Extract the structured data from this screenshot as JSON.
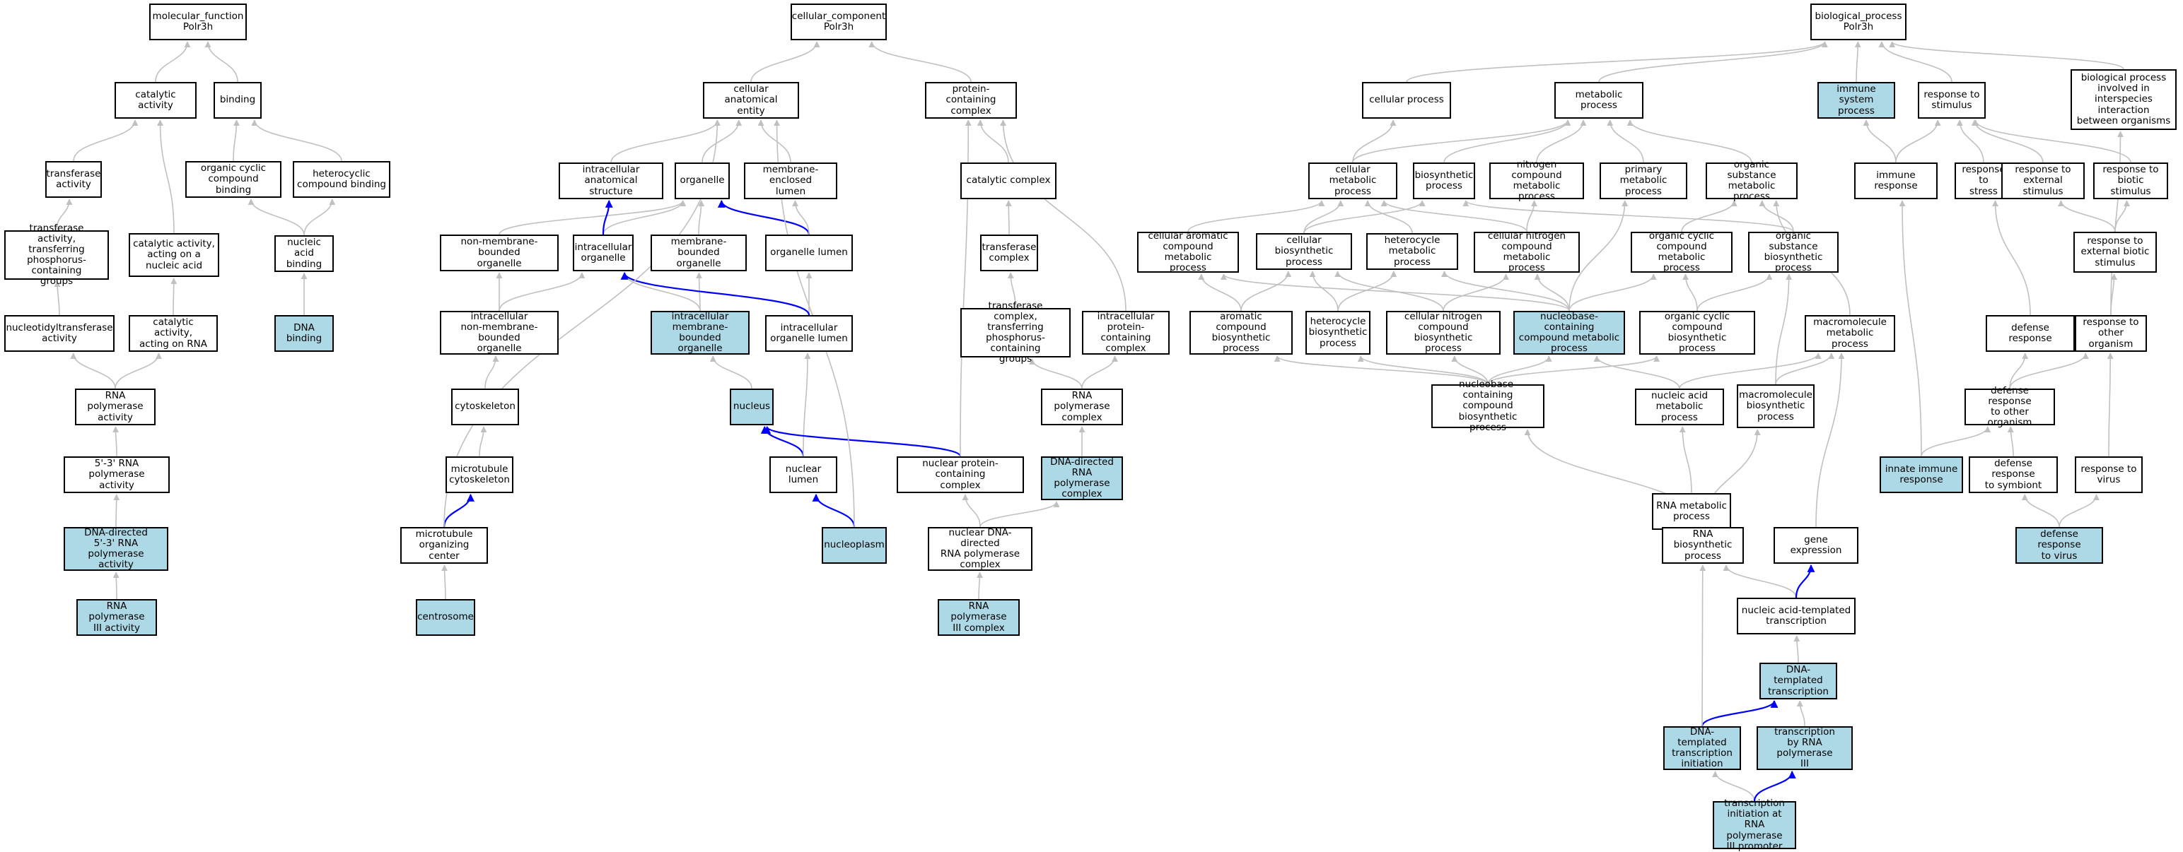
{
  "colors": {
    "highlight": "#add8e6",
    "edge_gray": "#c0c0c0",
    "edge_blue": "#0000ff",
    "border": "#000000"
  },
  "nodes": [
    {
      "id": "mf",
      "label": "molecular_function\nPolr3h"
    },
    {
      "id": "catalytic_activity",
      "label": "catalytic activity"
    },
    {
      "id": "binding",
      "label": "binding"
    },
    {
      "id": "transferase_activity",
      "label": "transferase\nactivity"
    },
    {
      "id": "organic_cyclic_binding",
      "label": "organic cyclic\ncompound binding"
    },
    {
      "id": "heterocyclic_binding",
      "label": "heterocyclic\ncompound binding"
    },
    {
      "id": "transferase_phos",
      "label": "transferase\nactivity, transferring\nphosphorus-containing\ngroups"
    },
    {
      "id": "catalytic_nucleic",
      "label": "catalytic activity,\nacting on a\nnucleic acid"
    },
    {
      "id": "nucleic_acid_binding",
      "label": "nucleic acid\nbinding"
    },
    {
      "id": "nucleotidyltransferase",
      "label": "nucleotidyltransferase\nactivity"
    },
    {
      "id": "catalytic_rna",
      "label": "catalytic activity,\nacting on RNA"
    },
    {
      "id": "dna_binding",
      "label": "DNA binding",
      "highlight": true
    },
    {
      "id": "rna_pol_activity",
      "label": "RNA polymerase\nactivity"
    },
    {
      "id": "rna_pol_53",
      "label": "5'-3' RNA polymerase\nactivity"
    },
    {
      "id": "dna_directed_53",
      "label": "DNA-directed\n5'-3' RNA polymerase\nactivity",
      "highlight": true
    },
    {
      "id": "rna_pol_iii_activity",
      "label": "RNA polymerase\nIII activity",
      "highlight": true
    },
    {
      "id": "cc",
      "label": "cellular_component\nPolr3h"
    },
    {
      "id": "cellular_anatomical",
      "label": "cellular anatomical\nentity"
    },
    {
      "id": "protein_containing",
      "label": "protein-containing\ncomplex"
    },
    {
      "id": "intracellular_anat",
      "label": "intracellular\nanatomical structure"
    },
    {
      "id": "organelle",
      "label": "organelle"
    },
    {
      "id": "membrane_enclosed",
      "label": "membrane-enclosed\nlumen"
    },
    {
      "id": "catalytic_complex",
      "label": "catalytic complex"
    },
    {
      "id": "non_membrane_organelle",
      "label": "non-membrane-bounded\norganelle"
    },
    {
      "id": "intracellular_organelle",
      "label": "intracellular\norganelle"
    },
    {
      "id": "membrane_bounded",
      "label": "membrane-bounded\norganelle"
    },
    {
      "id": "organelle_lumen",
      "label": "organelle lumen"
    },
    {
      "id": "transferase_complex",
      "label": "transferase\ncomplex"
    },
    {
      "id": "intra_non_membrane",
      "label": "intracellular\nnon-membrane-bounded\norganelle"
    },
    {
      "id": "intra_membrane_bounded",
      "label": "intracellular\nmembrane-bounded\norganelle",
      "highlight": true
    },
    {
      "id": "intra_organelle_lumen",
      "label": "intracellular\norganelle lumen"
    },
    {
      "id": "transferase_complex_phos",
      "label": "transferase\ncomplex, transferring\nphosphorus-containing\ngroups"
    },
    {
      "id": "intra_protein_complex",
      "label": "intracellular\nprotein-containing\ncomplex"
    },
    {
      "id": "cytoskeleton",
      "label": "cytoskeleton"
    },
    {
      "id": "nucleus",
      "label": "nucleus",
      "highlight": true
    },
    {
      "id": "rna_pol_complex",
      "label": "RNA polymerase\ncomplex"
    },
    {
      "id": "microtubule_cytoskeleton",
      "label": "microtubule\ncytoskeleton"
    },
    {
      "id": "nuclear_lumen",
      "label": "nuclear lumen"
    },
    {
      "id": "nuclear_protein_complex",
      "label": "nuclear protein-containing\ncomplex"
    },
    {
      "id": "dna_directed_complex",
      "label": "DNA-directed\nRNA polymerase\ncomplex",
      "highlight": true
    },
    {
      "id": "mtoc",
      "label": "microtubule\norganizing center"
    },
    {
      "id": "nucleoplasm",
      "label": "nucleoplasm",
      "highlight": true
    },
    {
      "id": "nuclear_dna_directed",
      "label": "nuclear DNA-directed\nRNA polymerase\ncomplex"
    },
    {
      "id": "centrosome",
      "label": "centrosome",
      "highlight": true
    },
    {
      "id": "rna_pol_iii_complex",
      "label": "RNA polymerase\nIII complex",
      "highlight": true
    },
    {
      "id": "bp",
      "label": "biological_process\nPolr3h"
    },
    {
      "id": "cellular_process",
      "label": "cellular process"
    },
    {
      "id": "metabolic_process",
      "label": "metabolic process"
    },
    {
      "id": "immune_system",
      "label": "immune system\nprocess",
      "highlight": true
    },
    {
      "id": "response_stimulus",
      "label": "response to\nstimulus"
    },
    {
      "id": "interspecies",
      "label": "biological process\ninvolved in\ninterspecies\ninteraction\nbetween organisms"
    },
    {
      "id": "cellular_metabolic",
      "label": "cellular metabolic\nprocess"
    },
    {
      "id": "biosynthetic",
      "label": "biosynthetic\nprocess"
    },
    {
      "id": "nitrogen_metabolic",
      "label": "nitrogen compound\nmetabolic process"
    },
    {
      "id": "primary_metabolic",
      "label": "primary metabolic\nprocess"
    },
    {
      "id": "organic_substance_metabolic",
      "label": "organic substance\nmetabolic process"
    },
    {
      "id": "immune_response",
      "label": "immune response"
    },
    {
      "id": "response_stress",
      "label": "response to\nstress"
    },
    {
      "id": "response_external",
      "label": "response to\nexternal stimulus"
    },
    {
      "id": "response_biotic",
      "label": "response to\nbiotic stimulus"
    },
    {
      "id": "cellular_aromatic",
      "label": "cellular aromatic\ncompound metabolic\nprocess"
    },
    {
      "id": "cellular_biosynthetic",
      "label": "cellular biosynthetic\nprocess"
    },
    {
      "id": "heterocycle_metabolic",
      "label": "heterocycle\nmetabolic process"
    },
    {
      "id": "cellular_nitrogen_metabolic",
      "label": "cellular nitrogen\ncompound metabolic\nprocess"
    },
    {
      "id": "organic_cyclic_metabolic",
      "label": "organic cyclic\ncompound metabolic\nprocess"
    },
    {
      "id": "organic_substance_biosynthetic",
      "label": "organic substance\nbiosynthetic\nprocess"
    },
    {
      "id": "response_external_biotic",
      "label": "response to\nexternal biotic\nstimulus"
    },
    {
      "id": "aromatic_biosynthetic",
      "label": "aromatic compound\nbiosynthetic\nprocess"
    },
    {
      "id": "heterocycle_biosynthetic",
      "label": "heterocycle\nbiosynthetic\nprocess"
    },
    {
      "id": "cellular_nitrogen_biosynthetic",
      "label": "cellular nitrogen\ncompound biosynthetic\nprocess"
    },
    {
      "id": "nucleobase_metabolic",
      "label": "nucleobase-containing\ncompound metabolic\nprocess",
      "highlight": true
    },
    {
      "id": "organic_cyclic_biosynthetic",
      "label": "organic cyclic\ncompound biosynthetic\nprocess"
    },
    {
      "id": "macromolecule_metabolic",
      "label": "macromolecule\nmetabolic process"
    },
    {
      "id": "defense_response",
      "label": "defense response"
    },
    {
      "id": "response_other_organism",
      "label": "response to\nother organism"
    },
    {
      "id": "nucleobase_biosynthetic",
      "label": "nucleobase-containing\ncompound biosynthetic\nprocess"
    },
    {
      "id": "nucleic_acid_metabolic",
      "label": "nucleic acid\nmetabolic process"
    },
    {
      "id": "macromolecule_biosynthetic",
      "label": "macromolecule\nbiosynthetic\nprocess"
    },
    {
      "id": "defense_other_organism",
      "label": "defense response\nto other organism"
    },
    {
      "id": "innate_immune",
      "label": "innate immune\nresponse",
      "highlight": true
    },
    {
      "id": "defense_symbiont",
      "label": "defense response\nto symbiont"
    },
    {
      "id": "response_virus",
      "label": "response to\nvirus"
    },
    {
      "id": "rna_metabolic",
      "label": "RNA metabolic\nprocess"
    },
    {
      "id": "rna_biosynthetic",
      "label": "RNA biosynthetic\nprocess"
    },
    {
      "id": "gene_expression",
      "label": "gene expression"
    },
    {
      "id": "defense_virus",
      "label": "defense response\nto virus",
      "highlight": true
    },
    {
      "id": "nucleic_templated",
      "label": "nucleic acid-templated\ntranscription"
    },
    {
      "id": "dna_templated_transcription",
      "label": "DNA-templated\ntranscription",
      "highlight": true
    },
    {
      "id": "dna_templated_initiation",
      "label": "DNA-templated\ntranscription\ninitiation",
      "highlight": true
    },
    {
      "id": "transcription_pol_iii",
      "label": "transcription\nby RNA polymerase\nIII",
      "highlight": true
    },
    {
      "id": "transcription_init_pol_iii",
      "label": "transcription\ninitiation at\nRNA polymerase\nIII promoter",
      "highlight": true
    }
  ],
  "edges": [
    [
      "catalytic_activity",
      "mf"
    ],
    [
      "binding",
      "mf"
    ],
    [
      "transferase_activity",
      "catalytic_activity"
    ],
    [
      "catalytic_nucleic",
      "catalytic_activity"
    ],
    [
      "organic_cyclic_binding",
      "binding"
    ],
    [
      "heterocyclic_binding",
      "binding"
    ],
    [
      "transferase_phos",
      "transferase_activity"
    ],
    [
      "nucleic_acid_binding",
      "organic_cyclic_binding"
    ],
    [
      "nucleic_acid_binding",
      "heterocyclic_binding"
    ],
    [
      "nucleotidyltransferase",
      "transferase_phos"
    ],
    [
      "catalytic_rna",
      "catalytic_nucleic"
    ],
    [
      "dna_binding",
      "nucleic_acid_binding"
    ],
    [
      "rna_pol_activity",
      "nucleotidyltransferase"
    ],
    [
      "rna_pol_activity",
      "catalytic_rna"
    ],
    [
      "rna_pol_53",
      "rna_pol_activity"
    ],
    [
      "dna_directed_53",
      "rna_pol_53"
    ],
    [
      "rna_pol_iii_activity",
      "dna_directed_53"
    ],
    [
      "cellular_anatomical",
      "cc"
    ],
    [
      "protein_containing",
      "cc"
    ],
    [
      "intracellular_anat",
      "cellular_anatomical"
    ],
    [
      "organelle",
      "cellular_anatomical"
    ],
    [
      "membrane_enclosed",
      "cellular_anatomical"
    ],
    [
      "catalytic_complex",
      "protein_containing"
    ],
    [
      "non_membrane_organelle",
      "organelle"
    ],
    [
      "intracellular_organelle",
      "organelle"
    ],
    [
      "membrane_bounded",
      "organelle"
    ],
    [
      "intracellular_organelle",
      "intracellular_anat",
      "blue"
    ],
    [
      "organelle_lumen",
      "organelle",
      "blue"
    ],
    [
      "organelle_lumen",
      "membrane_enclosed"
    ],
    [
      "transferase_complex",
      "catalytic_complex"
    ],
    [
      "intra_non_membrane",
      "non_membrane_organelle"
    ],
    [
      "intra_non_membrane",
      "intracellular_organelle"
    ],
    [
      "intra_membrane_bounded",
      "intracellular_organelle"
    ],
    [
      "intra_membrane_bounded",
      "membrane_bounded"
    ],
    [
      "intra_organelle_lumen",
      "organelle_lumen"
    ],
    [
      "intra_organelle_lumen",
      "intracellular_organelle",
      "blue"
    ],
    [
      "transferase_complex_phos",
      "transferase_complex"
    ],
    [
      "intra_protein_complex",
      "protein_containing"
    ],
    [
      "cytoskeleton",
      "intra_non_membrane"
    ],
    [
      "nucleus",
      "intra_membrane_bounded"
    ],
    [
      "rna_pol_complex",
      "transferase_complex_phos"
    ],
    [
      "rna_pol_complex",
      "intra_protein_complex"
    ],
    [
      "microtubule_cytoskeleton",
      "cytoskeleton"
    ],
    [
      "nuclear_lumen",
      "nucleus",
      "blue"
    ],
    [
      "nuclear_lumen",
      "intra_organelle_lumen"
    ],
    [
      "nuclear_protein_complex",
      "nucleus",
      "blue"
    ],
    [
      "nuclear_protein_complex",
      "protein_containing"
    ],
    [
      "dna_directed_complex",
      "rna_pol_complex"
    ],
    [
      "mtoc",
      "microtubule_cytoskeleton",
      "blue"
    ],
    [
      "mtoc",
      "cellular_anatomical"
    ],
    [
      "nucleoplasm",
      "nuclear_lumen",
      "blue"
    ],
    [
      "nucleoplasm",
      "cellular_anatomical"
    ],
    [
      "nuclear_dna_directed",
      "nuclear_protein_complex"
    ],
    [
      "nuclear_dna_directed",
      "dna_directed_complex"
    ],
    [
      "centrosome",
      "mtoc"
    ],
    [
      "rna_pol_iii_complex",
      "nuclear_dna_directed"
    ],
    [
      "cellular_process",
      "bp"
    ],
    [
      "metabolic_process",
      "bp"
    ],
    [
      "immune_system",
      "bp"
    ],
    [
      "response_stimulus",
      "bp"
    ],
    [
      "interspecies",
      "bp"
    ],
    [
      "cellular_metabolic",
      "cellular_process"
    ],
    [
      "cellular_metabolic",
      "metabolic_process"
    ],
    [
      "biosynthetic",
      "metabolic_process"
    ],
    [
      "nitrogen_metabolic",
      "metabolic_process"
    ],
    [
      "primary_metabolic",
      "metabolic_process"
    ],
    [
      "organic_substance_metabolic",
      "metabolic_process"
    ],
    [
      "immune_response",
      "immune_system"
    ],
    [
      "immune_response",
      "response_stimulus"
    ],
    [
      "response_stress",
      "response_stimulus"
    ],
    [
      "response_external",
      "response_stimulus"
    ],
    [
      "response_biotic",
      "response_stimulus"
    ],
    [
      "cellular_aromatic",
      "cellular_metabolic"
    ],
    [
      "cellular_biosynthetic",
      "cellular_metabolic"
    ],
    [
      "cellular_biosynthetic",
      "biosynthetic"
    ],
    [
      "heterocycle_metabolic",
      "cellular_metabolic"
    ],
    [
      "cellular_nitrogen_metabolic",
      "cellular_metabolic"
    ],
    [
      "cellular_nitrogen_metabolic",
      "nitrogen_metabolic"
    ],
    [
      "organic_cyclic_metabolic",
      "organic_substance_metabolic"
    ],
    [
      "organic_substance_biosynthetic",
      "organic_substance_metabolic"
    ],
    [
      "organic_substance_biosynthetic",
      "biosynthetic"
    ],
    [
      "response_external_biotic",
      "response_external"
    ],
    [
      "response_external_biotic",
      "response_biotic"
    ],
    [
      "aromatic_biosynthetic",
      "cellular_aromatic"
    ],
    [
      "aromatic_biosynthetic",
      "cellular_biosynthetic"
    ],
    [
      "heterocycle_biosynthetic",
      "heterocycle_metabolic"
    ],
    [
      "heterocycle_biosynthetic",
      "cellular_biosynthetic"
    ],
    [
      "cellular_nitrogen_biosynthetic",
      "cellular_nitrogen_metabolic"
    ],
    [
      "cellular_nitrogen_biosynthetic",
      "cellular_biosynthetic"
    ],
    [
      "nucleobase_metabolic",
      "cellular_aromatic"
    ],
    [
      "nucleobase_metabolic",
      "heterocycle_metabolic"
    ],
    [
      "nucleobase_metabolic",
      "cellular_nitrogen_metabolic"
    ],
    [
      "nucleobase_metabolic",
      "organic_cyclic_metabolic"
    ],
    [
      "nucleobase_metabolic",
      "primary_metabolic"
    ],
    [
      "organic_cyclic_biosynthetic",
      "organic_cyclic_metabolic"
    ],
    [
      "organic_cyclic_biosynthetic",
      "organic_substance_biosynthetic"
    ],
    [
      "macromolecule_metabolic",
      "organic_substance_metabolic"
    ],
    [
      "defense_response",
      "response_stress"
    ],
    [
      "response_other_organism",
      "response_external_biotic"
    ],
    [
      "response_other_organism",
      "interspecies"
    ],
    [
      "nucleobase_biosynthetic",
      "aromatic_biosynthetic"
    ],
    [
      "nucleobase_biosynthetic",
      "heterocycle_biosynthetic"
    ],
    [
      "nucleobase_biosynthetic",
      "cellular_nitrogen_biosynthetic"
    ],
    [
      "nucleobase_biosynthetic",
      "nucleobase_metabolic"
    ],
    [
      "nucleobase_biosynthetic",
      "organic_cyclic_biosynthetic"
    ],
    [
      "nucleic_acid_metabolic",
      "nucleobase_metabolic"
    ],
    [
      "nucleic_acid_metabolic",
      "macromolecule_metabolic"
    ],
    [
      "macromolecule_biosynthetic",
      "macromolecule_metabolic"
    ],
    [
      "macromolecule_biosynthetic",
      "organic_substance_biosynthetic"
    ],
    [
      "defense_other_organism",
      "defense_response"
    ],
    [
      "defense_other_organism",
      "response_other_organism"
    ],
    [
      "innate_immune",
      "immune_response"
    ],
    [
      "innate_immune",
      "defense_other_organism"
    ],
    [
      "defense_symbiont",
      "defense_other_organism"
    ],
    [
      "response_virus",
      "response_other_organism"
    ],
    [
      "rna_metabolic",
      "nucleic_acid_metabolic"
    ],
    [
      "rna_biosynthetic",
      "rna_metabolic"
    ],
    [
      "rna_biosynthetic",
      "macromolecule_biosynthetic"
    ],
    [
      "rna_biosynthetic",
      "nucleobase_biosynthetic"
    ],
    [
      "gene_expression",
      "macromolecule_metabolic"
    ],
    [
      "defense_virus",
      "defense_symbiont"
    ],
    [
      "defense_virus",
      "response_virus"
    ],
    [
      "nucleic_templated",
      "rna_biosynthetic"
    ],
    [
      "nucleic_templated",
      "gene_expression",
      "blue"
    ],
    [
      "dna_templated_transcription",
      "nucleic_templated"
    ],
    [
      "dna_templated_initiation",
      "dna_templated_transcription",
      "blue"
    ],
    [
      "dna_templated_initiation",
      "rna_biosynthetic"
    ],
    [
      "transcription_pol_iii",
      "dna_templated_transcription"
    ],
    [
      "transcription_init_pol_iii",
      "dna_templated_initiation"
    ],
    [
      "transcription_init_pol_iii",
      "transcription_pol_iii",
      "blue"
    ]
  ]
}
